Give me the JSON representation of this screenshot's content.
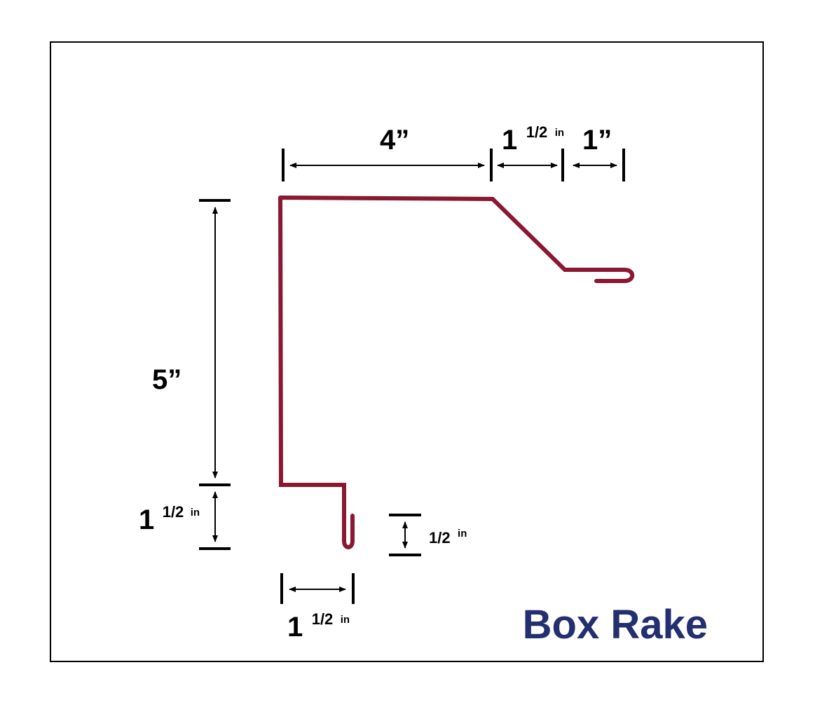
{
  "title": "Box Rake",
  "colors": {
    "profile": "#8a1830",
    "title": "#232f6e",
    "dimension": "#000000",
    "border": "#000000"
  },
  "dimensions": {
    "top_width": {
      "whole": "4”"
    },
    "slope_run": {
      "whole": "1",
      "fraction": "1/2",
      "unit": "in"
    },
    "drip_lip": {
      "whole": "1”"
    },
    "height": {
      "whole": "5”"
    },
    "bottom_step_height": {
      "whole": "1",
      "fraction": "1/2",
      "unit": "in"
    },
    "hem": {
      "fraction": "1/2",
      "unit": "in"
    },
    "bottom_step_width": {
      "whole": "1",
      "fraction": "1/2",
      "unit": "in"
    }
  }
}
